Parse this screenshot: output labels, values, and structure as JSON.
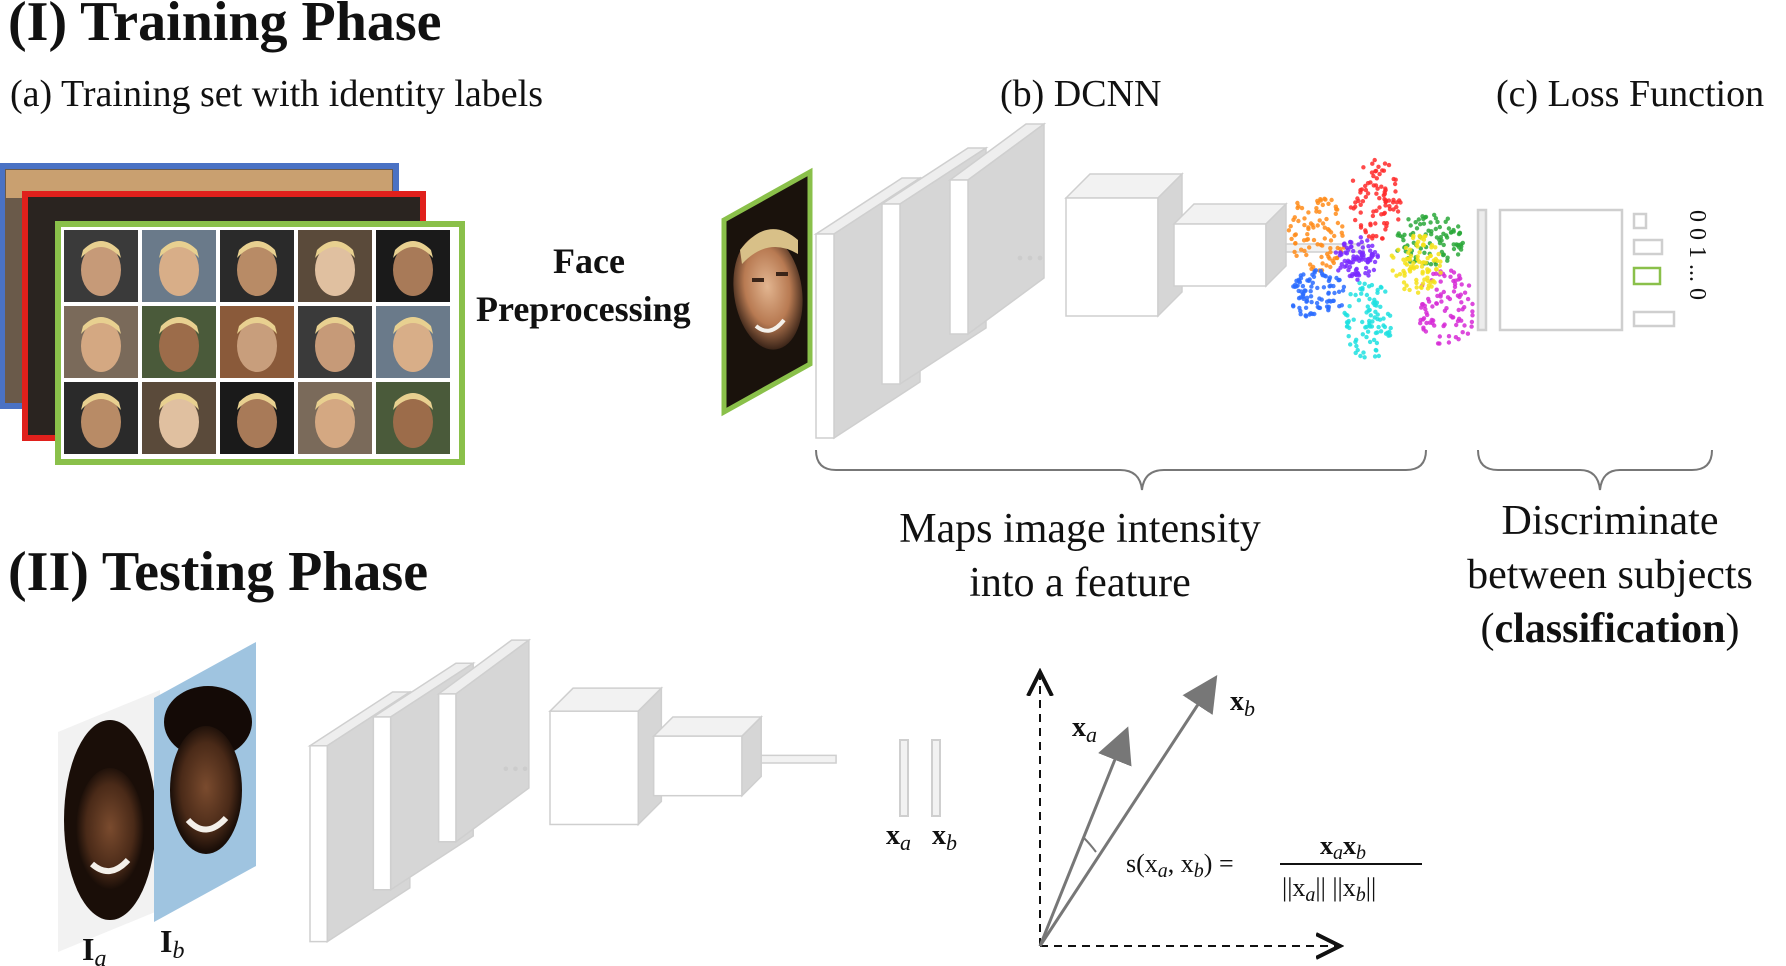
{
  "training": {
    "title": "(I) Training Phase",
    "step_a": "(a) Training set with identity labels",
    "step_b": "(b) DCNN",
    "step_c": "(c) Loss Function",
    "preprocess_line1": "Face",
    "preprocess_line2": "Preprocessing",
    "maps_line1": "Maps image intensity",
    "maps_line2": "into a feature",
    "discriminate_line1": "Discriminate",
    "discriminate_line2": "between subjects",
    "discriminate_paren_open": "(",
    "discriminate_word": "classification",
    "discriminate_paren_close": ")",
    "onehot_label": "0 0 1 ... 0"
  },
  "testing": {
    "title": "(II) Testing Phase",
    "image_a": "I",
    "image_a_sub": "a",
    "image_b": "I",
    "image_b_sub": "b",
    "feature_a": "x",
    "feature_a_sub": "a",
    "feature_b": "x",
    "feature_b_sub": "b",
    "formula_lhs": "s(x",
    "formula_lhs_mid": ", x",
    "formula_lhs_end": ") =",
    "formula_num": "x",
    "formula_den": "||x",
    "formula_den_mid": "|| ||x",
    "formula_den_end": "||"
  },
  "colors": {
    "blue_frame": "#4a72c4",
    "red_frame": "#e0201c",
    "green_frame": "#8ac04a",
    "layer_fill": "#d6d6d6",
    "layer_stroke": "#cfcfcf",
    "arrow": "#777777"
  },
  "clusters": [
    "#ff2a2a",
    "#ff8c1a",
    "#2aa83a",
    "#2a6cff",
    "#1fe0e0",
    "#d62ad6",
    "#f5e21a",
    "#7a2aff"
  ]
}
